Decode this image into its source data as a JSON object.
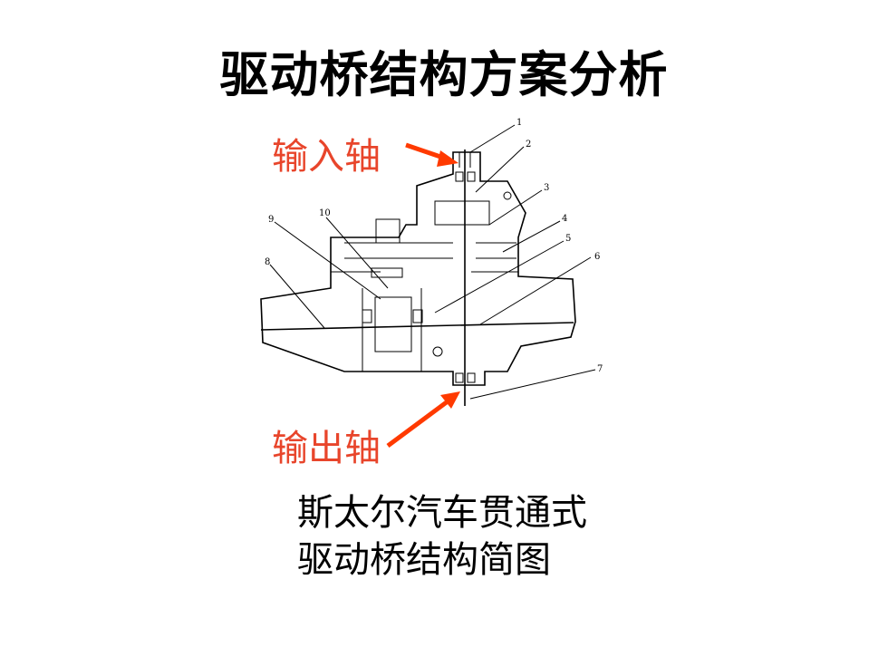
{
  "title": "驱动桥结构方案分析",
  "callouts": {
    "input_shaft": "输入轴",
    "output_shaft": "输出轴"
  },
  "caption": {
    "line1": "斯太尔汽车贯通式",
    "line2": "驱动桥结构简图"
  },
  "part_numbers": [
    "1",
    "2",
    "3",
    "4",
    "5",
    "6",
    "7",
    "8",
    "9",
    "10"
  ],
  "colors": {
    "accent": "#ff3a00",
    "text": "#000000",
    "callout_text": "#e8452b"
  }
}
